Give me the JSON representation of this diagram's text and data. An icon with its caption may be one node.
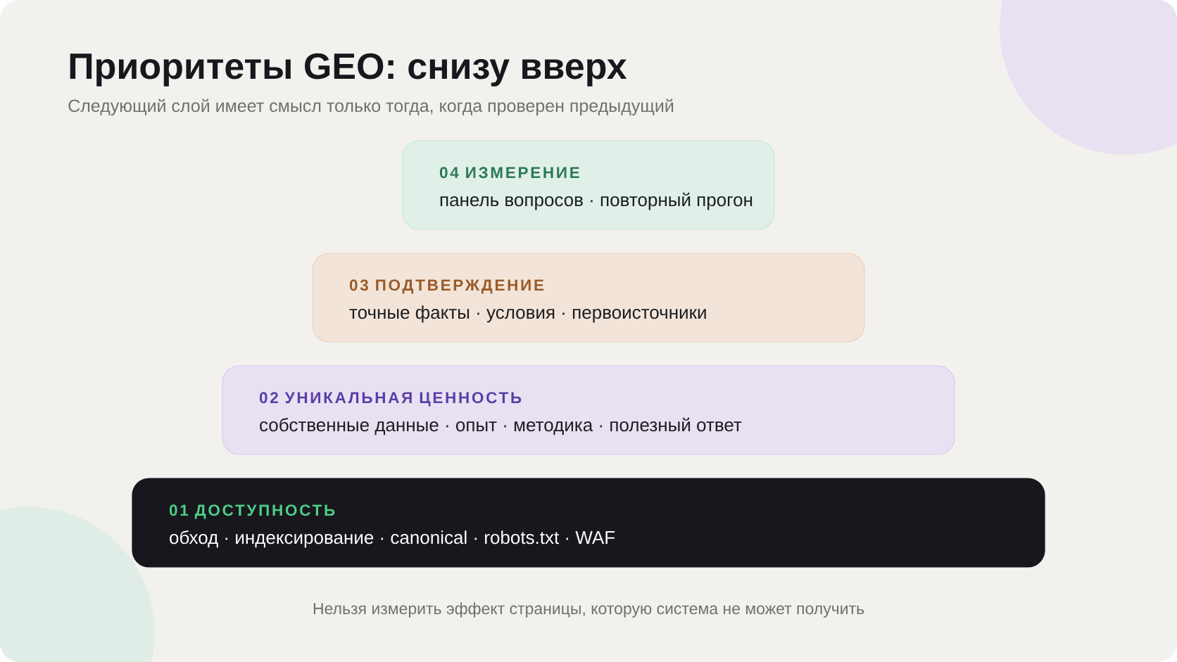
{
  "diagram": {
    "title": "Приоритеты GEO: снизу вверх",
    "caption": "Нельзя измерить эффект страницы, которую система не может получить",
    "nodes": [
      {
        "text": [
          "04 ИЗМЕРЕНИЕ",
          "панель вопросов · повторный прогон"
        ]
      },
      {
        "text": [
          "03 ПОДТВЕРЖДЕНИЕ",
          "точные факты · условия · первоисточники"
        ]
      },
      {
        "text": [
          "02 УНИКАЛЬНАЯ ЦЕННОСТЬ",
          "собственные данные · опыт · методика · полезный ответ"
        ]
      },
      {
        "text": [
          "01 ДОСТУПНОСТЬ",
          "обход · индексирование · canonical · robots.txt · WAF"
        ]
      }
    ],
    "labels": [
      "Следующий слой имеет смысл только тогда, когда проверен предыдущий"
    ]
  }
}
